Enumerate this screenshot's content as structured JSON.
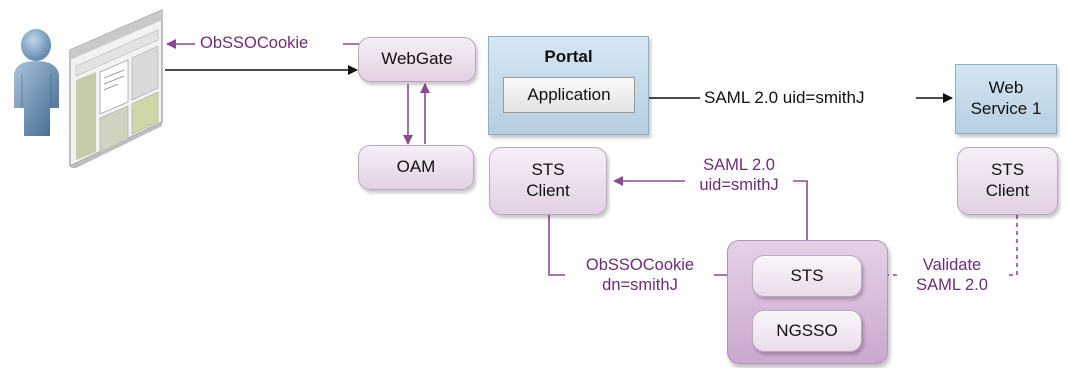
{
  "labels": {
    "obsso_cookie_top": "ObSSOCookie",
    "saml_main": "SAML 2.0 uid=smithJ",
    "saml_client_1": "SAML 2.0",
    "saml_client_2": "uid=smithJ",
    "obsso_bottom_1": "ObSSOCookie",
    "obsso_bottom_2": "dn=smithJ",
    "validate_1": "Validate",
    "validate_2": "SAML 2.0"
  },
  "nodes": {
    "webgate": "WebGate",
    "oam": "OAM",
    "portal": "Portal",
    "application": "Application",
    "web_service_1": "Web",
    "web_service_2": "Service 1",
    "sts_client_left_1": "STS",
    "sts_client_left_2": "Client",
    "sts_client_right_1": "STS",
    "sts_client_right_2": "Client",
    "sts": "STS",
    "ngsso": "NGSSO"
  },
  "colors": {
    "purple_text": "#6e2c79",
    "arrow_purple": "#8a4a93",
    "arrow_black": "#111111",
    "pill_fill": "#e2d1e4",
    "blue_fill": "#b6cfe2"
  },
  "icons": {
    "user": "user-icon",
    "browser": "browser-window-icon"
  }
}
